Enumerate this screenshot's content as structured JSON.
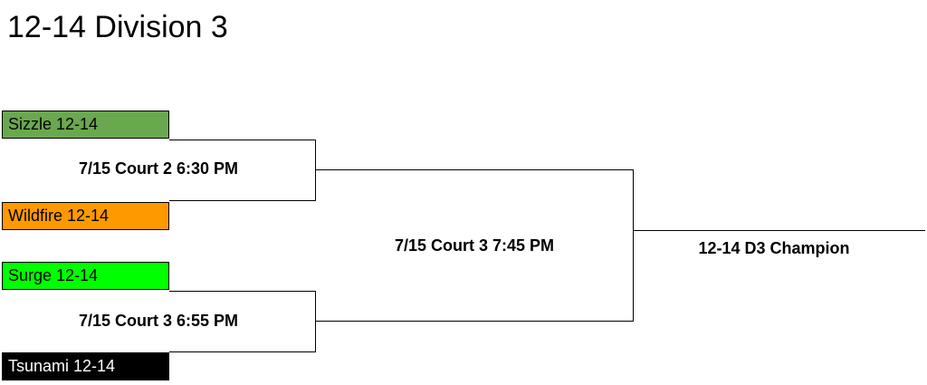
{
  "title": "12-14 Division 3",
  "teams": [
    {
      "name": "Sizzle 12-14",
      "color": "#6aa84f",
      "text_color": "#000000"
    },
    {
      "name": "Wildfire 12-14",
      "color": "#ff9900",
      "text_color": "#000000"
    },
    {
      "name": "Surge 12-14",
      "color": "#00ff00",
      "text_color": "#000000"
    },
    {
      "name": "Tsunami 12-14",
      "color": "#000000",
      "text_color": "#ffffff"
    }
  ],
  "matches": [
    {
      "label": "7/15 Court 2 6:30 PM"
    },
    {
      "label": "7/15 Court 3 6:55 PM"
    },
    {
      "label": "7/15 Court 3 7:45 PM"
    }
  ],
  "champion_label": "12-14 D3 Champion"
}
